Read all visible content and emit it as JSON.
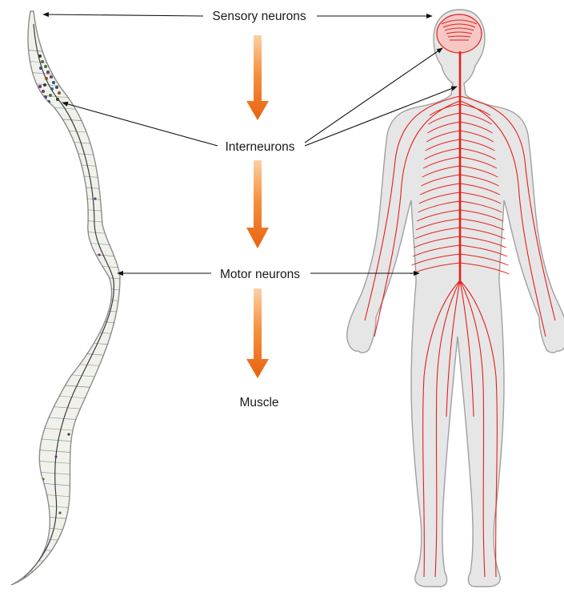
{
  "labels": {
    "sensory": "Sensory neurons",
    "inter": "Interneurons",
    "motor": "Motor neurons",
    "muscle": "Muscle"
  },
  "colors": {
    "nerve": "#e3201b",
    "body_fill": "#e6e6e6",
    "body_outline": "#9a9a9a",
    "arrow_top": "#f7a25a",
    "arrow_bottom": "#ec6a17",
    "worm_fill": "#f1f1ec"
  },
  "icons": [
    "nematode-worm-illustration",
    "human-nervous-system-illustration",
    "flow-arrow-icon"
  ]
}
